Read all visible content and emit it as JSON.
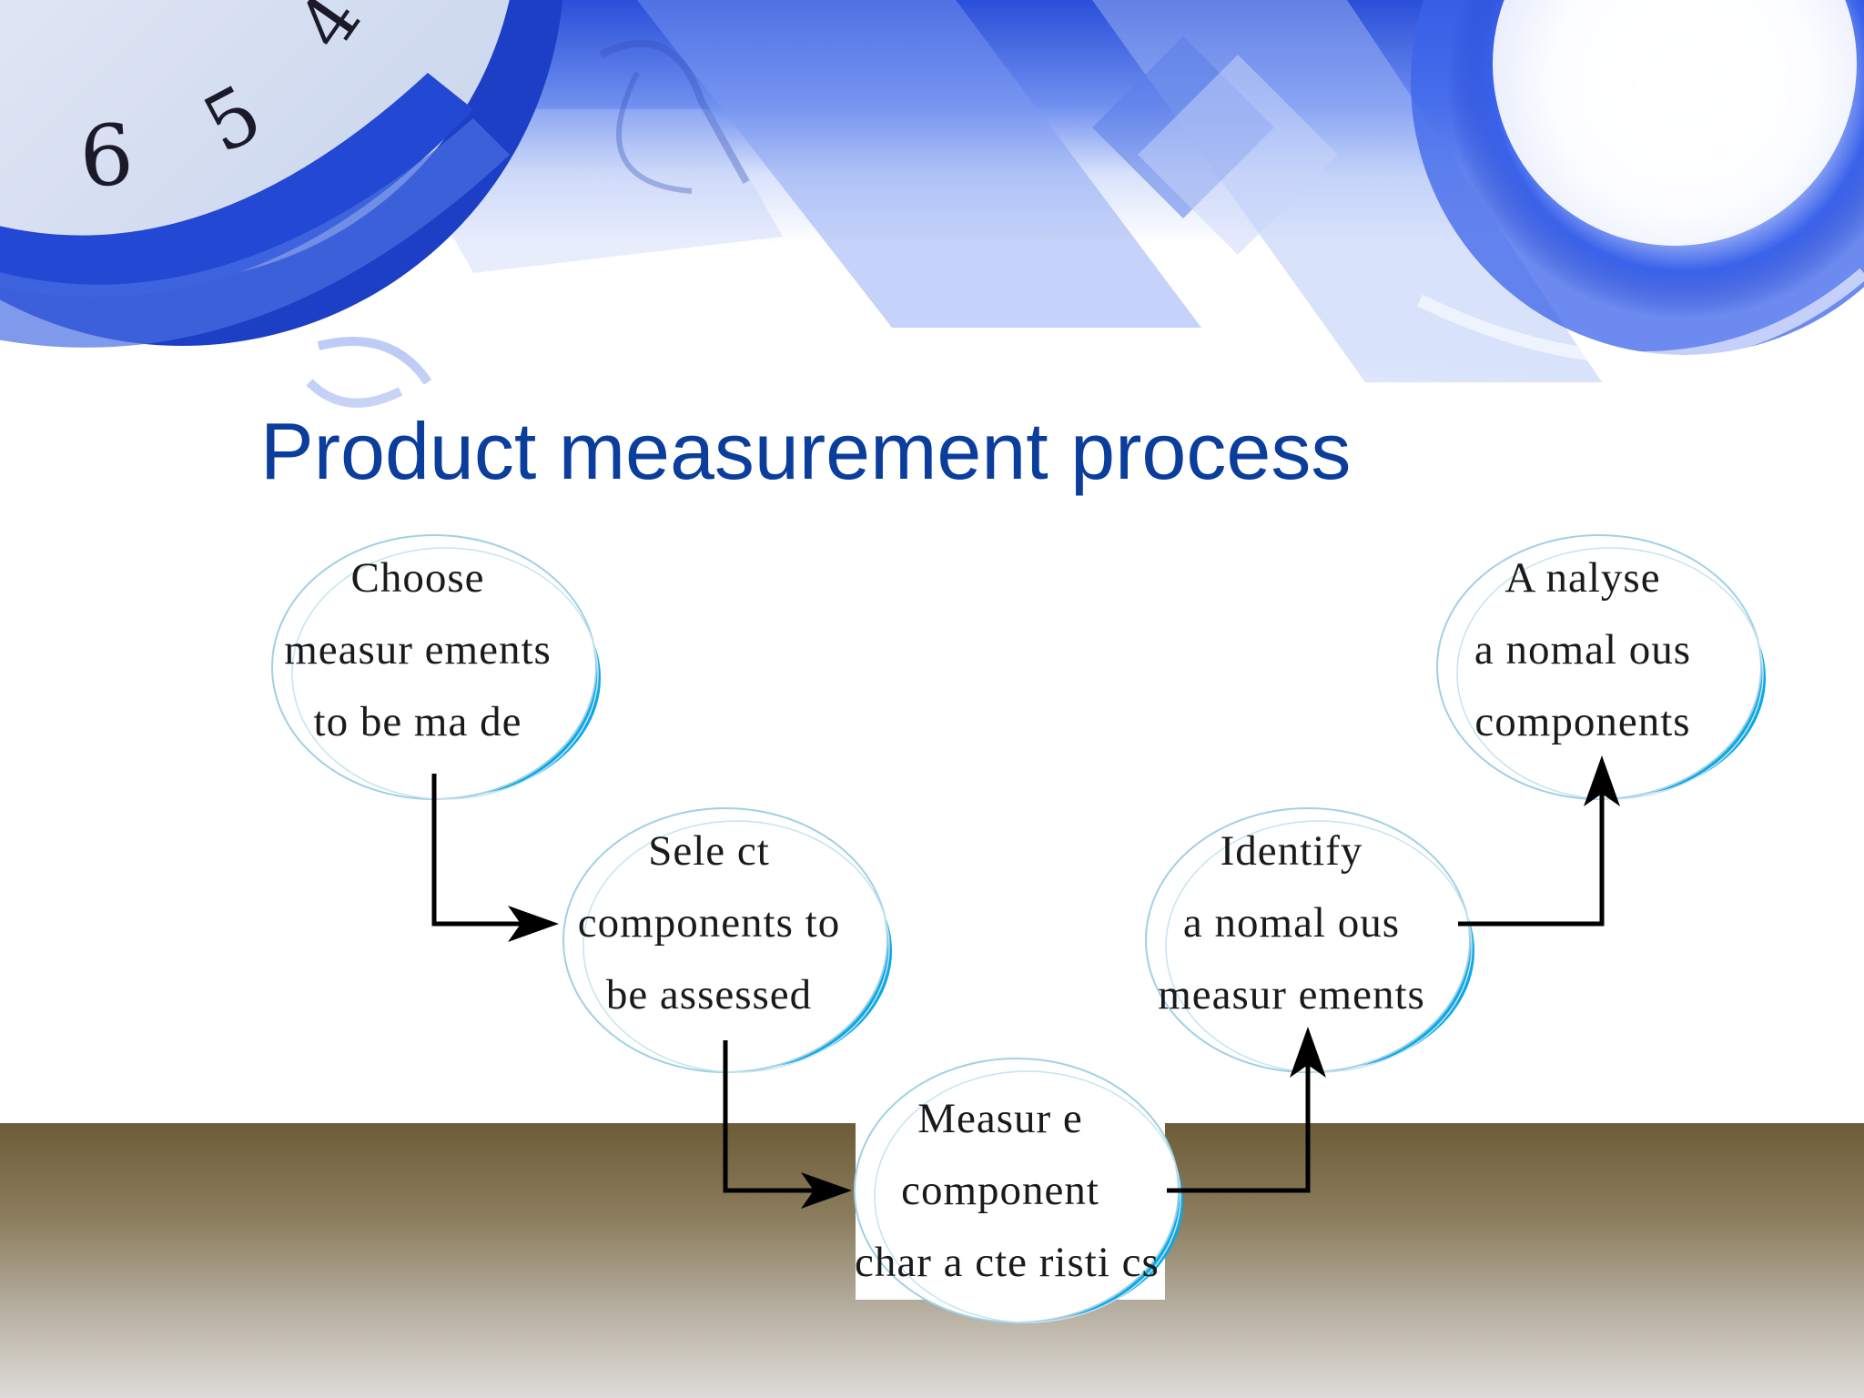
{
  "slide": {
    "title": "Product measurement process"
  },
  "background": {
    "clock_numerals": [
      "6",
      "5",
      "4"
    ]
  },
  "diagram": {
    "nodes": [
      {
        "id": "choose",
        "lines": [
          "Choose",
          "measur  ements",
          "to be ma de"
        ]
      },
      {
        "id": "select",
        "lines": [
          "Sele ct",
          "components to",
          "be assessed"
        ]
      },
      {
        "id": "measure",
        "lines": [
          "Measur e",
          "component",
          "char a cte risti cs"
        ]
      },
      {
        "id": "identify",
        "lines": [
          "Identify",
          "a nomal ous",
          "measur  ements"
        ]
      },
      {
        "id": "analyse",
        "lines": [
          "A nalyse",
          "a nomal ous",
          "components"
        ]
      }
    ],
    "connectors": [
      {
        "from": "choose",
        "to": "select"
      },
      {
        "from": "select",
        "to": "measure"
      },
      {
        "from": "measure",
        "to": "identify"
      },
      {
        "from": "identify",
        "to": "analyse"
      }
    ]
  },
  "colors": {
    "title": "#0b3d9c",
    "node_accent": "#0aa8e8",
    "node_outline": "#9fd0e6",
    "connector": "#000000",
    "floor_top": "#6f5f3a",
    "floor_bottom": "#d9d7d4"
  }
}
